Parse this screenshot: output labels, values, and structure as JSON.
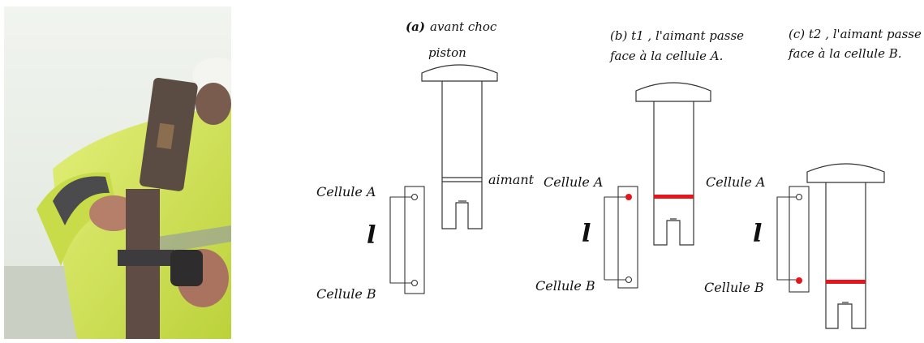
{
  "panels": {
    "a": {
      "prefix": "(a)",
      "caption": "avant choc",
      "piston_label": "piston",
      "aimant_label": "aimant",
      "cellule_a": "Cellule A",
      "cellule_b": "Cellule B",
      "length_symbol": "l"
    },
    "b": {
      "caption_line1": "(b) t1 , l'aimant passe",
      "caption_line2": "face à la cellule A.",
      "cellule_a": "Cellule A",
      "cellule_b": "Cellule B",
      "length_symbol": "l"
    },
    "c": {
      "caption_line1": "(c) t2 , l'aimant passe",
      "caption_line2": "face à la cellule B.",
      "cellule_a": "Cellule A",
      "cellule_b": "Cellule B",
      "length_symbol": "l"
    }
  },
  "colors": {
    "magnet_active": "#e8141c",
    "cell_active": "#e8141c",
    "jacket": "#d6e84a",
    "hammer": "#5a4b43",
    "rod": "#5f4c44",
    "sky": "#eef2ee"
  }
}
